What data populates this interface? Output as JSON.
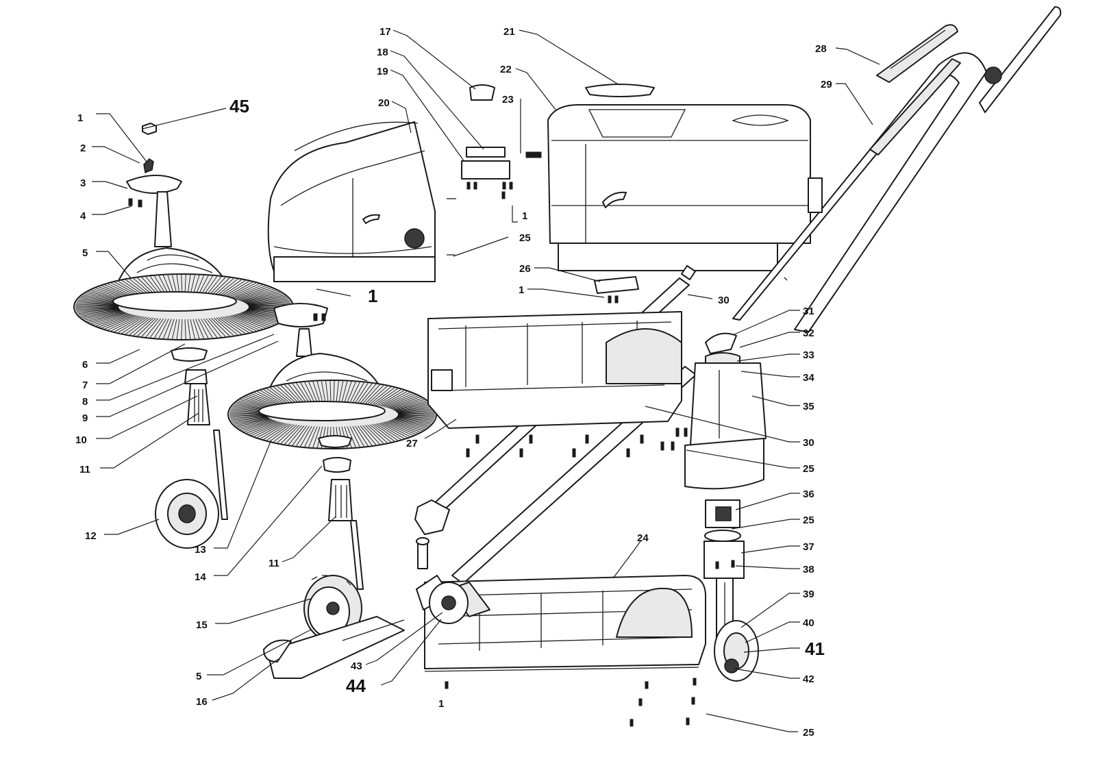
{
  "callouts": [
    {
      "id": "c45",
      "text": "45"
    },
    {
      "id": "c1a",
      "text": "1"
    },
    {
      "id": "c2",
      "text": "2"
    },
    {
      "id": "c3",
      "text": "3"
    },
    {
      "id": "c4",
      "text": "4"
    },
    {
      "id": "c5a",
      "text": "5"
    },
    {
      "id": "c6",
      "text": "6"
    },
    {
      "id": "c7",
      "text": "7"
    },
    {
      "id": "c8",
      "text": "8"
    },
    {
      "id": "c9",
      "text": "9"
    },
    {
      "id": "c10",
      "text": "10"
    },
    {
      "id": "c11a",
      "text": "11"
    },
    {
      "id": "c12",
      "text": "12"
    },
    {
      "id": "c13",
      "text": "13"
    },
    {
      "id": "c14",
      "text": "14"
    },
    {
      "id": "c11b",
      "text": "11"
    },
    {
      "id": "c15",
      "text": "15"
    },
    {
      "id": "c5b",
      "text": "5"
    },
    {
      "id": "c16",
      "text": "16"
    },
    {
      "id": "c1big",
      "text": "1"
    },
    {
      "id": "c17",
      "text": "17"
    },
    {
      "id": "c18",
      "text": "18"
    },
    {
      "id": "c19",
      "text": "19"
    },
    {
      "id": "c20",
      "text": "20"
    },
    {
      "id": "c21",
      "text": "21"
    },
    {
      "id": "c22",
      "text": "22"
    },
    {
      "id": "c23",
      "text": "23"
    },
    {
      "id": "c1b",
      "text": "1"
    },
    {
      "id": "c25a",
      "text": "25"
    },
    {
      "id": "c26",
      "text": "26"
    },
    {
      "id": "c1c",
      "text": "1"
    },
    {
      "id": "c28",
      "text": "28"
    },
    {
      "id": "c29",
      "text": "29"
    },
    {
      "id": "c30a",
      "text": "30"
    },
    {
      "id": "c31",
      "text": "31"
    },
    {
      "id": "c32",
      "text": "32"
    },
    {
      "id": "c33",
      "text": "33"
    },
    {
      "id": "c34",
      "text": "34"
    },
    {
      "id": "c35",
      "text": "35"
    },
    {
      "id": "c27",
      "text": "27"
    },
    {
      "id": "c30b",
      "text": "30"
    },
    {
      "id": "c25b",
      "text": "25"
    },
    {
      "id": "c36",
      "text": "36"
    },
    {
      "id": "c25c",
      "text": "25"
    },
    {
      "id": "c37",
      "text": "37"
    },
    {
      "id": "c38",
      "text": "38"
    },
    {
      "id": "c24",
      "text": "24"
    },
    {
      "id": "c39",
      "text": "39"
    },
    {
      "id": "c40",
      "text": "40"
    },
    {
      "id": "c41",
      "text": "41"
    },
    {
      "id": "c42",
      "text": "42"
    },
    {
      "id": "c43",
      "text": "43"
    },
    {
      "id": "c44",
      "text": "44"
    },
    {
      "id": "c1d",
      "text": "1"
    },
    {
      "id": "c25d",
      "text": "25"
    }
  ]
}
